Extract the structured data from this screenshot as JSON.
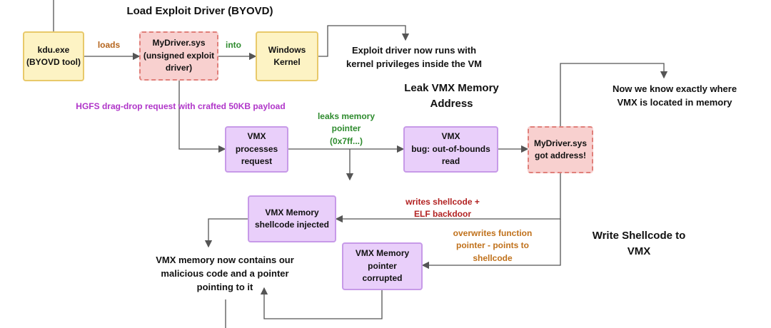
{
  "headings": {
    "load": "Load Exploit Driver (BYOVD)",
    "leak": "Leak VMX Memory\nAddress",
    "write": "Write Shellcode to\nVMX"
  },
  "nodes": {
    "kdu": "kdu.exe\n(BYOVD tool)",
    "mydriver": "MyDriver.sys\n(unsigned exploit\ndriver)",
    "kernel": "Windows\nKernel",
    "vmx_processes": "VMX\nprocesses\nrequest",
    "vmx_bug": "VMX\nbug: out-of-bounds\nread",
    "mydriver_got": "MyDriver.sys\ngot address!",
    "vmx_shellcode": "VMX Memory\nshellcode injected",
    "vmx_pointer": "VMX Memory\npointer\ncorrupted"
  },
  "notes": {
    "exploit_runs": "Exploit driver now runs with\nkernel privileges inside the VM",
    "know_where": "Now we know exactly where\nVMX is located in memory",
    "vmx_contains": "VMX memory now contains our\nmalicious code and a pointer\npointing to it"
  },
  "edge_labels": {
    "loads": "loads",
    "into": "into",
    "hgfs": "HGFS drag-drop request with crafted 50KB payload",
    "leaks": "leaks memory\npointer\n(0x7ff...)",
    "writes": "writes shellcode +\nELF backdoor",
    "overwrites": "overwrites function\npointer - points to\nshellcode"
  },
  "colors": {
    "line": "#555555",
    "loads_label": "#b5651d",
    "into_label": "#2e8b2e",
    "hgfs_label": "#b035c9",
    "leaks_label": "#2e8b2e",
    "writes_label": "#b22222",
    "overwrites_label": "#c0711b",
    "yellow_fill": "#fdf3c4",
    "pink_fill": "#f8d0cf",
    "purple_fill": "#e9cffa"
  }
}
